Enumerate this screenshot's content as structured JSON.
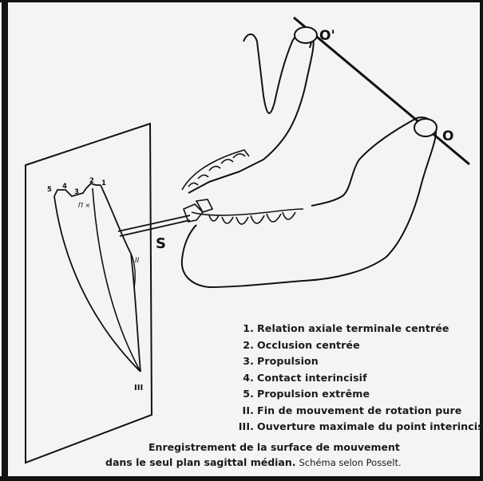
{
  "diagram": {
    "axis_labels": {
      "o_prime": "O'",
      "o": "O"
    },
    "stylus_label": "S",
    "trace_point_labels": [
      "5",
      "4",
      "3",
      "2",
      "1",
      "II",
      "III"
    ],
    "trace_small_label": "Π ×"
  },
  "legend": [
    {
      "num": "1.",
      "text": "Relation axiale terminale centrée"
    },
    {
      "num": "2.",
      "text": "Occlusion centrée"
    },
    {
      "num": "3.",
      "text": "Propulsion"
    },
    {
      "num": "4.",
      "text": "Contact interincisif"
    },
    {
      "num": "5.",
      "text": "Propulsion extrême"
    },
    {
      "num": "II.",
      "text": "Fin de mouvement de rotation pure"
    },
    {
      "num": "III.",
      "text": "Ouverture maximale du point interincisif"
    }
  ],
  "caption": {
    "line1": "Enregistrement de la surface de mouvement",
    "line2_bold": "dans le seul plan sagittal médian.",
    "line2_normal": "Schéma selon Posselt."
  }
}
